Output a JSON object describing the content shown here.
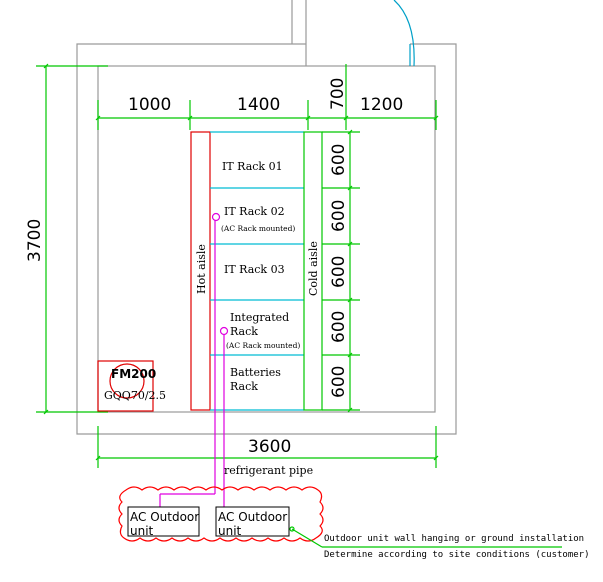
{
  "dimensions": {
    "w_1000": "1000",
    "w_1400": "1400",
    "w_700": "700",
    "w_1200": "1200",
    "h_3700": "3700",
    "w_3600": "3600",
    "rack_600": [
      "600",
      "600",
      "600",
      "600",
      "600"
    ]
  },
  "aisles": {
    "hot": "Hot aisle",
    "cold": "Cold aisle"
  },
  "racks": [
    {
      "name": "IT Rack 01",
      "sub": ""
    },
    {
      "name": "IT Rack 02",
      "sub": "(AC Rack mounted)"
    },
    {
      "name": "IT Rack 03",
      "sub": ""
    },
    {
      "name": "Integrated",
      "name2": "Rack",
      "sub": "(AC Rack mounted)"
    },
    {
      "name": "Batteries",
      "name2": "Rack",
      "sub": ""
    }
  ],
  "fm200": {
    "label": "FM200",
    "model": "GQQ70/2.5"
  },
  "pipe_label": "refrigerant pipe",
  "outdoor_units": [
    {
      "line1": "AC Outdoor",
      "line2": "unit"
    },
    {
      "line1": "AC Outdoor",
      "line2": "unit"
    }
  ],
  "notes": {
    "line1": "Outdoor unit wall hanging or ground installation",
    "line2": "Determine according to site conditions (customer)"
  },
  "colors": {
    "wall": "#9a9a9a",
    "dimension": "#00c800",
    "hot_aisle": "#e00000",
    "rack_line": "#00bcd4",
    "pipe": "#e000e0",
    "door": "#00a0c8",
    "cloud": "#ff0000"
  }
}
